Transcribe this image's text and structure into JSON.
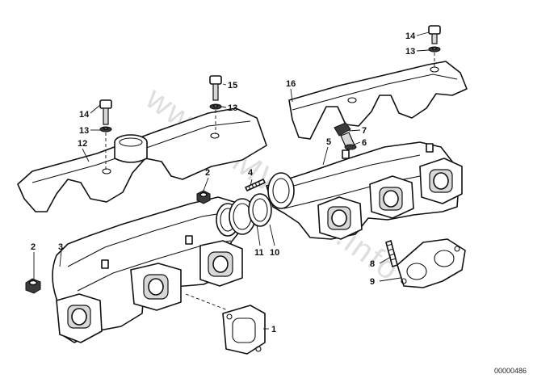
{
  "watermark": "www.BMWfans.info",
  "doc_number": "00000486",
  "callouts": {
    "c1": "1",
    "c2a": "2",
    "c2b": "2",
    "c3": "3",
    "c4": "4",
    "c5": "5",
    "c6": "6",
    "c7": "7",
    "c8": "8",
    "c9": "9",
    "c10": "10",
    "c11": "11",
    "c12": "12",
    "c13a": "13",
    "c13b": "13",
    "c13c": "13",
    "c14a": "14",
    "c14b": "14",
    "c15": "15",
    "c16": "16"
  }
}
